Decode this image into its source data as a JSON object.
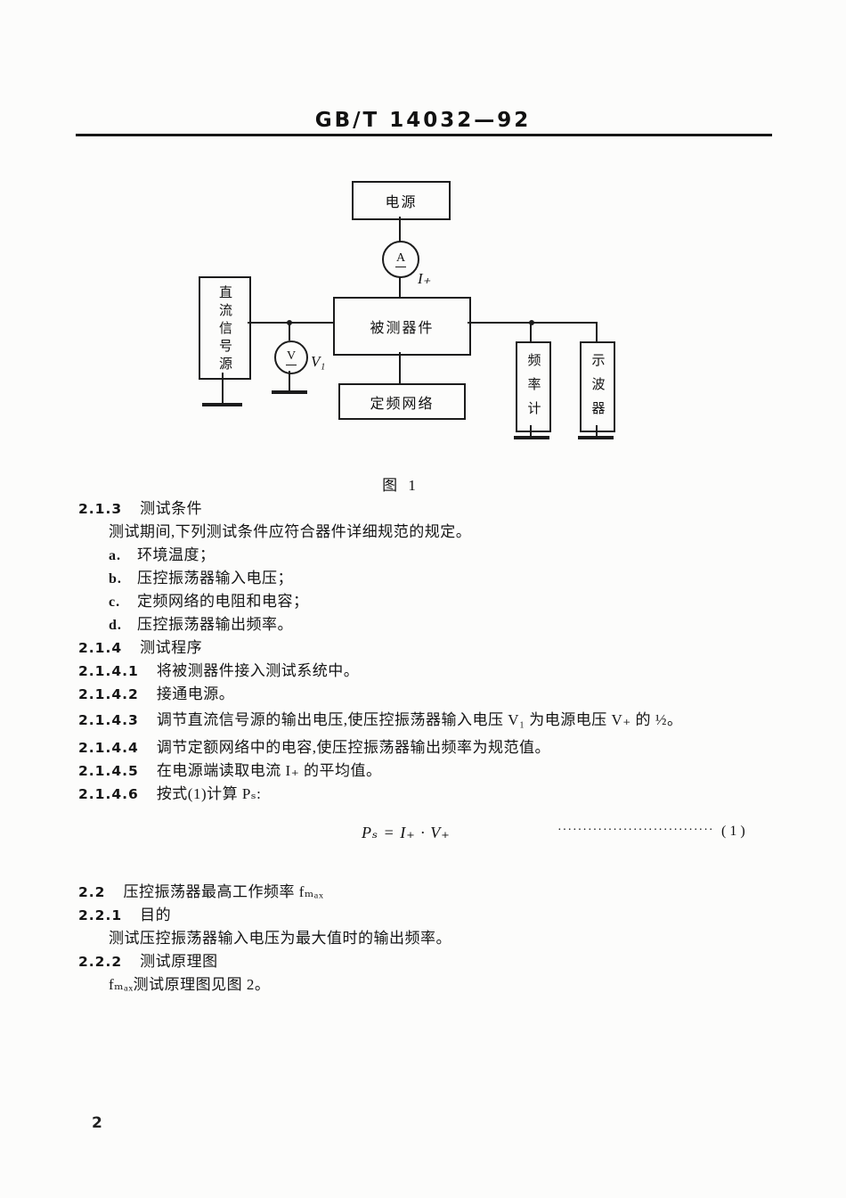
{
  "header": {
    "title": "GB/T 14032—92"
  },
  "diagram": {
    "power_label": "电源",
    "ammeter_letter": "A",
    "current_label": "I₊",
    "dut_label": "被测器件",
    "dc_source_label": "直流信号源",
    "voltmeter_letter": "V",
    "voltage_label": "V₁",
    "network_label": "定频网络",
    "freq_counter_label": "频率计",
    "oscilloscope_label": "示波器",
    "caption": "图 1"
  },
  "content": {
    "lines_a": [
      {
        "num": "2.1.3",
        "text": "测试条件",
        "type": "h"
      },
      {
        "text": "测试期间,下列测试条件应符合器件详细规范的规定。",
        "type": "para"
      },
      {
        "num": "a.",
        "text": "环境温度；",
        "type": "list"
      },
      {
        "num": "b.",
        "text": "压控振荡器输入电压；",
        "type": "list"
      },
      {
        "num": "c.",
        "text": "定频网络的电阻和电容；",
        "type": "list"
      },
      {
        "num": "d.",
        "text": "压控振荡器输出频率。",
        "type": "list"
      },
      {
        "num": "2.1.4",
        "text": "测试程序",
        "type": "h"
      },
      {
        "num": "2.1.4.1",
        "text": "将被测器件接入测试系统中。",
        "type": "h"
      },
      {
        "num": "2.1.4.2",
        "text": "接通电源。",
        "type": "h"
      },
      {
        "num": "2.1.4.3",
        "text": "调节直流信号源的输出电压,使压控振荡器输入电压 V₁ 为电源电压 V₊ 的 ½。",
        "type": "h tall"
      },
      {
        "num": "2.1.4.4",
        "text": "调节定额网络中的电容,使压控振荡器输出频率为规范值。",
        "type": "h"
      },
      {
        "num": "2.1.4.5",
        "text": "在电源端读取电流 I₊ 的平均值。",
        "type": "h"
      },
      {
        "num": "2.1.4.6",
        "text": "按式(1)计算 Pₛ:",
        "type": "h"
      }
    ],
    "formula": {
      "expression": "Pₛ = I₊ · V₊",
      "dots": "·······························",
      "number": "( 1 )"
    },
    "lines_b": [
      {
        "num": "2.2",
        "text": "压控振荡器最高工作频率 fₘₐₓ",
        "type": "h"
      },
      {
        "num": "2.2.1",
        "text": "目的",
        "type": "h"
      },
      {
        "text": "测试压控振荡器输入电压为最大值时的输出频率。",
        "type": "para"
      },
      {
        "num": "2.2.2",
        "text": "测试原理图",
        "type": "h"
      },
      {
        "text": "fₘₐₓ测试原理图见图 2。",
        "type": "para"
      }
    ]
  },
  "footer": {
    "page_number": "2"
  }
}
